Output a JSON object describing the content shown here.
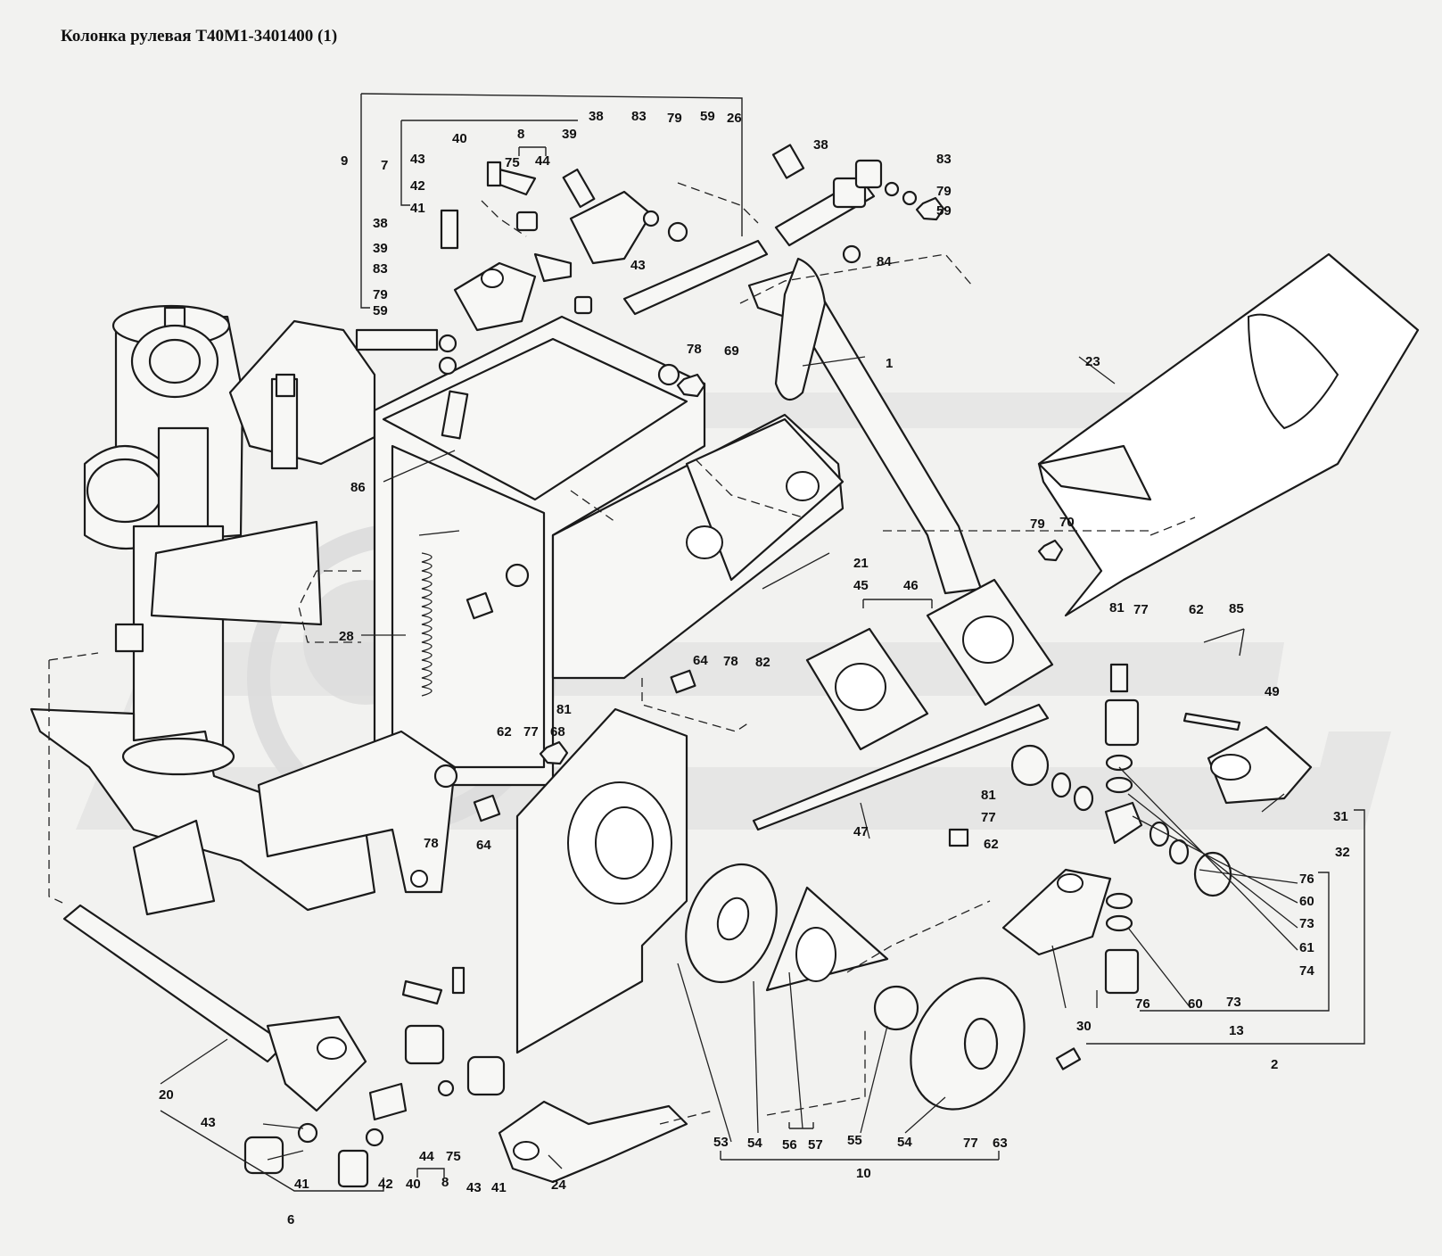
{
  "title": "Колонка рулевая  Т40М1-3401400 (1)",
  "labels": [
    {
      "id": "l9",
      "text": "9"
    },
    {
      "id": "l7",
      "text": "7"
    },
    {
      "id": "l43a",
      "text": "43"
    },
    {
      "id": "l42a",
      "text": "42"
    },
    {
      "id": "l41a",
      "text": "41"
    },
    {
      "id": "l40a",
      "text": "40"
    },
    {
      "id": "l8a",
      "text": "8"
    },
    {
      "id": "l75a",
      "text": "75"
    },
    {
      "id": "l44a",
      "text": "44"
    },
    {
      "id": "l39a",
      "text": "39"
    },
    {
      "id": "l38a",
      "text": "38"
    },
    {
      "id": "l83a",
      "text": "83"
    },
    {
      "id": "l79a",
      "text": "79"
    },
    {
      "id": "l59a",
      "text": "59"
    },
    {
      "id": "l26",
      "text": "26"
    },
    {
      "id": "l43b",
      "text": "43"
    },
    {
      "id": "l38b",
      "text": "38"
    },
    {
      "id": "l39b",
      "text": "39"
    },
    {
      "id": "l83b",
      "text": "83"
    },
    {
      "id": "l79b",
      "text": "79"
    },
    {
      "id": "l59b",
      "text": "59"
    },
    {
      "id": "l38c",
      "text": "38"
    },
    {
      "id": "l83c",
      "text": "83"
    },
    {
      "id": "l79c",
      "text": "79"
    },
    {
      "id": "l59c",
      "text": "59"
    },
    {
      "id": "l84",
      "text": "84"
    },
    {
      "id": "l1",
      "text": "1"
    },
    {
      "id": "l78a",
      "text": "78"
    },
    {
      "id": "l69",
      "text": "69"
    },
    {
      "id": "l23",
      "text": "23"
    },
    {
      "id": "l86",
      "text": "86"
    },
    {
      "id": "l21",
      "text": "21"
    },
    {
      "id": "l79d",
      "text": "79"
    },
    {
      "id": "l70",
      "text": "70"
    },
    {
      "id": "l45",
      "text": "45"
    },
    {
      "id": "l46",
      "text": "46"
    },
    {
      "id": "l28",
      "text": "28"
    },
    {
      "id": "l64a",
      "text": "64"
    },
    {
      "id": "l78b",
      "text": "78"
    },
    {
      "id": "l82",
      "text": "82"
    },
    {
      "id": "l81a",
      "text": "81"
    },
    {
      "id": "l77a",
      "text": "77"
    },
    {
      "id": "l62a",
      "text": "62"
    },
    {
      "id": "l85",
      "text": "85"
    },
    {
      "id": "l49",
      "text": "49"
    },
    {
      "id": "l62b",
      "text": "62"
    },
    {
      "id": "l77b",
      "text": "77"
    },
    {
      "id": "l81b",
      "text": "81"
    },
    {
      "id": "l68",
      "text": "68"
    },
    {
      "id": "l78c",
      "text": "78"
    },
    {
      "id": "l64b",
      "text": "64"
    },
    {
      "id": "l81c",
      "text": "81"
    },
    {
      "id": "l77c",
      "text": "77"
    },
    {
      "id": "l62c",
      "text": "62"
    },
    {
      "id": "l47",
      "text": "47"
    },
    {
      "id": "l31",
      "text": "31"
    },
    {
      "id": "l32",
      "text": "32"
    },
    {
      "id": "l76a",
      "text": "76"
    },
    {
      "id": "l60a",
      "text": "60"
    },
    {
      "id": "l73a",
      "text": "73"
    },
    {
      "id": "l61",
      "text": "61"
    },
    {
      "id": "l74",
      "text": "74"
    },
    {
      "id": "l73b",
      "text": "73"
    },
    {
      "id": "l60b",
      "text": "60"
    },
    {
      "id": "l76b",
      "text": "76"
    },
    {
      "id": "l13",
      "text": "13"
    },
    {
      "id": "l30",
      "text": "30"
    },
    {
      "id": "l2",
      "text": "2"
    },
    {
      "id": "l20",
      "text": "20"
    },
    {
      "id": "l43c",
      "text": "43"
    },
    {
      "id": "l41b",
      "text": "41"
    },
    {
      "id": "l42b",
      "text": "42"
    },
    {
      "id": "l40b",
      "text": "40"
    },
    {
      "id": "l44b",
      "text": "44"
    },
    {
      "id": "l75b",
      "text": "75"
    },
    {
      "id": "l8b",
      "text": "8"
    },
    {
      "id": "l43d",
      "text": "43"
    },
    {
      "id": "l41c",
      "text": "41"
    },
    {
      "id": "l24",
      "text": "24"
    },
    {
      "id": "l6",
      "text": "6"
    },
    {
      "id": "l53",
      "text": "53"
    },
    {
      "id": "l54a",
      "text": "54"
    },
    {
      "id": "l56",
      "text": "56"
    },
    {
      "id": "l57",
      "text": "57"
    },
    {
      "id": "l55",
      "text": "55"
    },
    {
      "id": "l54b",
      "text": "54"
    },
    {
      "id": "l77d",
      "text": "77"
    },
    {
      "id": "l63",
      "text": "63"
    },
    {
      "id": "l10",
      "text": "10"
    }
  ]
}
